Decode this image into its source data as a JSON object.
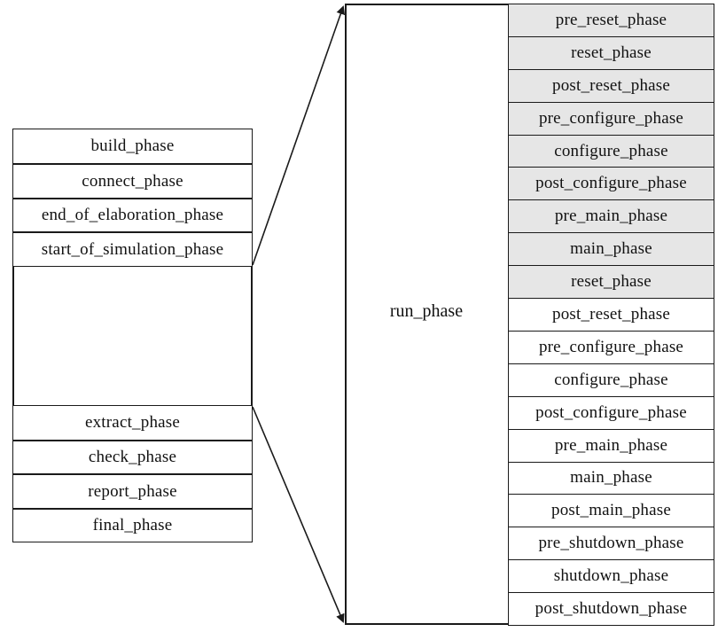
{
  "left_phases": {
    "top": [
      "build_phase",
      "connect_phase",
      "end_of_elaboration_phase",
      "start_of_simulation_phase"
    ],
    "bottom": [
      "extract_phase",
      "check_phase",
      "report_phase",
      "final_phase"
    ]
  },
  "run_phase_label": "run_phase",
  "run_subphases": [
    {
      "label": "pre_reset_phase",
      "shaded": true
    },
    {
      "label": "reset_phase",
      "shaded": true
    },
    {
      "label": "post_reset_phase",
      "shaded": true
    },
    {
      "label": "pre_configure_phase",
      "shaded": true
    },
    {
      "label": "configure_phase",
      "shaded": true
    },
    {
      "label": "post_configure_phase",
      "shaded": true
    },
    {
      "label": "pre_main_phase",
      "shaded": true
    },
    {
      "label": "main_phase",
      "shaded": true
    },
    {
      "label": "reset_phase",
      "shaded": true
    },
    {
      "label": "post_reset_phase",
      "shaded": false
    },
    {
      "label": "pre_configure_phase",
      "shaded": false
    },
    {
      "label": "configure_phase",
      "shaded": false
    },
    {
      "label": "post_configure_phase",
      "shaded": false
    },
    {
      "label": "pre_main_phase",
      "shaded": false
    },
    {
      "label": "main_phase",
      "shaded": false
    },
    {
      "label": "post_main_phase",
      "shaded": false
    },
    {
      "label": "pre_shutdown_phase",
      "shaded": false
    },
    {
      "label": "shutdown_phase",
      "shaded": false
    },
    {
      "label": "post_shutdown_phase",
      "shaded": false
    }
  ],
  "colors": {
    "line": "#1a1a1a",
    "shade": "#e6e6e6"
  }
}
